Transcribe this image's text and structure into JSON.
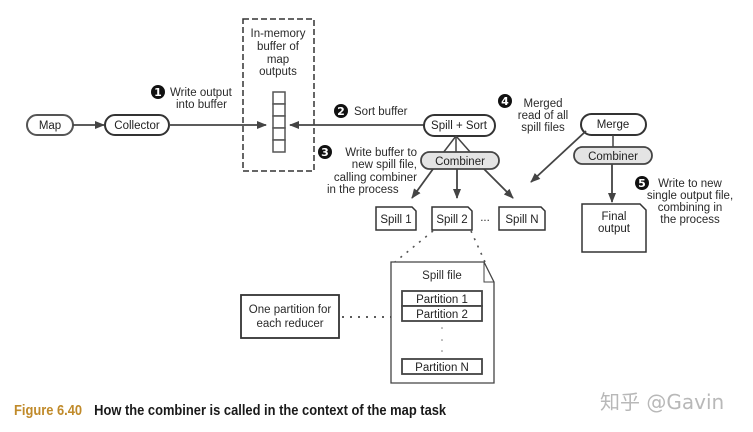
{
  "diagram": {
    "nodes": {
      "map": "Map",
      "collector": "Collector",
      "buffer_label": [
        "In-memory",
        "buffer of",
        "map",
        "outputs"
      ],
      "spill_sort": "Spill + Sort",
      "combiner_spill": "Combiner",
      "merge": "Merge",
      "combiner_merge": "Combiner",
      "spill_files": [
        "Spill 1",
        "Spill 2",
        "Spill N"
      ],
      "spill_ellipsis": "...",
      "final_output": [
        "Final",
        "output"
      ],
      "spill_file_title": "Spill file",
      "partitions": [
        "Partition 1",
        "Partition 2",
        "Partition N"
      ],
      "partition_note": [
        "One partition for",
        "each reducer"
      ]
    },
    "steps": [
      {
        "number": "1",
        "lines": [
          "Write output",
          "into buffer"
        ]
      },
      {
        "number": "2",
        "lines": [
          "Sort buffer"
        ]
      },
      {
        "number": "3",
        "lines": [
          "Write buffer to",
          "new spill file,",
          "calling combiner",
          "in the process"
        ]
      },
      {
        "number": "4",
        "lines": [
          "Merged",
          "read of all",
          "spill files"
        ]
      },
      {
        "number": "5",
        "lines": [
          "Write to new",
          "single output file,",
          "combining in",
          "the process"
        ]
      }
    ],
    "colors": {
      "stroke": "#444444",
      "combiner_fill": "#e4e4e4",
      "step_badge": "#111111",
      "caption_accent": "#c08a2a"
    }
  },
  "caption": {
    "figure_label": "Figure 6.40",
    "text": "How the combiner is called in the context of the map task"
  },
  "watermark": "知乎 @Gavin"
}
